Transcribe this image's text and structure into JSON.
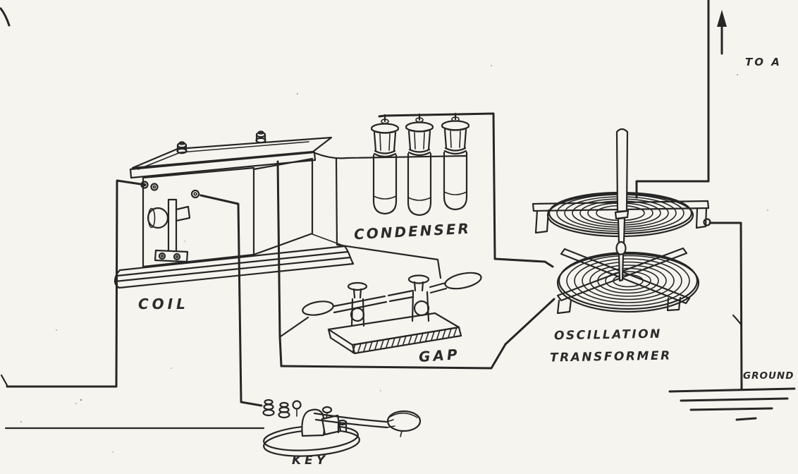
{
  "page": {
    "paper_color": "#f5f4ef",
    "ink_color": "#262626",
    "description": "Hand-drawn schematic of a spark-gap wireless transmitter"
  },
  "labels": {
    "coil": "COIL",
    "condenser": "CONDENSER",
    "gap": "GAP",
    "oscillation_transformer": {
      "line1": "OSCILLATION",
      "line2": "TRANSFORMER"
    },
    "key": "KEY",
    "ground": "GROUND",
    "to_aerial": "TO A"
  },
  "components": [
    {
      "id": "induction-coil",
      "label": "COIL"
    },
    {
      "id": "condenser-jars",
      "label": "CONDENSER"
    },
    {
      "id": "spark-gap",
      "label": "GAP"
    },
    {
      "id": "oscillation-transformer",
      "label": "OSCILLATION TRANSFORMER"
    },
    {
      "id": "telegraph-key",
      "label": "KEY"
    },
    {
      "id": "aerial-lead",
      "label": "TO A",
      "arrow_direction": "up"
    },
    {
      "id": "ground-connection",
      "label": "GROUND"
    }
  ]
}
